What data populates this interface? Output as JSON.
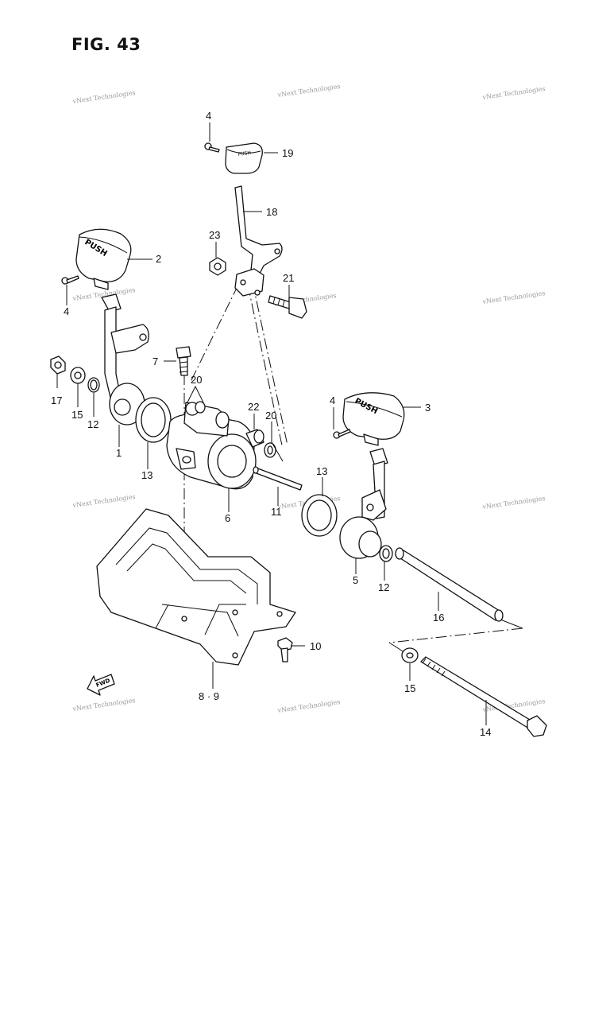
{
  "figure": {
    "title": "FIG. 43"
  },
  "watermark": {
    "text": "vNext Technologies"
  },
  "fwd_marker": {
    "text": "FWD"
  },
  "push_text": "PUSH",
  "callouts": [
    {
      "id": "c4a",
      "text": "4"
    },
    {
      "id": "c19",
      "text": "19"
    },
    {
      "id": "c18",
      "text": "18"
    },
    {
      "id": "c23",
      "text": "23"
    },
    {
      "id": "c2",
      "text": "2"
    },
    {
      "id": "c21",
      "text": "21"
    },
    {
      "id": "c4b",
      "text": "4"
    },
    {
      "id": "c7",
      "text": "7"
    },
    {
      "id": "c20a",
      "text": "20"
    },
    {
      "id": "c17",
      "text": "17"
    },
    {
      "id": "c15a",
      "text": "15"
    },
    {
      "id": "c12a",
      "text": "12"
    },
    {
      "id": "c1",
      "text": "1"
    },
    {
      "id": "c13a",
      "text": "13"
    },
    {
      "id": "c22",
      "text": "22"
    },
    {
      "id": "c20b",
      "text": "20"
    },
    {
      "id": "c4c",
      "text": "4"
    },
    {
      "id": "c3",
      "text": "3"
    },
    {
      "id": "c13b",
      "text": "13"
    },
    {
      "id": "c11",
      "text": "11"
    },
    {
      "id": "c6",
      "text": "6"
    },
    {
      "id": "c5",
      "text": "5"
    },
    {
      "id": "c12b",
      "text": "12"
    },
    {
      "id": "c16",
      "text": "16"
    },
    {
      "id": "c10",
      "text": "10"
    },
    {
      "id": "c89",
      "text": "8 · 9"
    },
    {
      "id": "c15b",
      "text": "15"
    },
    {
      "id": "c14",
      "text": "14"
    }
  ]
}
